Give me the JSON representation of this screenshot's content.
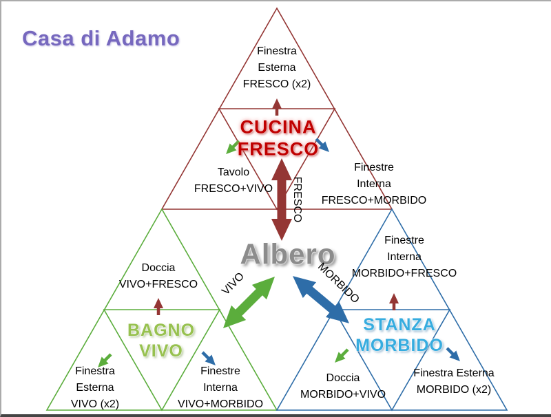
{
  "title": "Casa di Adamo",
  "center": {
    "label": "Albero"
  },
  "axes": {
    "fresco": {
      "label": "FRESCO",
      "color": "#943634"
    },
    "vivo": {
      "label": "VIVO",
      "color": "#5BAD3C"
    },
    "morbido": {
      "label": "MORBIDO",
      "color": "#2E6DA8"
    }
  },
  "rooms": {
    "cucina": {
      "title": "CUCINA\nFRESCO",
      "title_color": "#C00000",
      "color": "#943634",
      "labels": {
        "top": "Finestra\nEsterna\nFRESCO (x2)",
        "left": "Tavolo\nFRESCO+VIVO",
        "right": "Finestre\nInterna\nFRESCO+MORBIDO"
      }
    },
    "bagno": {
      "title": "BAGNO\nVIVO",
      "title_color": "#97C14F",
      "color": "#5BAD3C",
      "labels": {
        "top": "Doccia\nVIVO+FRESCO",
        "left": "Finestra\nEsterna\nVIVO (x2)",
        "right": "Finestre\nInterna\nVIVO+MORBIDO"
      }
    },
    "stanza": {
      "title": "STANZA\nMORBIDO",
      "title_color": "#36ACDF",
      "color": "#2E6DA8",
      "labels": {
        "top": "Finestre\nInterna\nMORBIDO+FRESCO",
        "left": "Doccia\nMORBIDO+VIVO",
        "right": "Finestra Esterna\nMORBIDO (x2)"
      }
    }
  }
}
